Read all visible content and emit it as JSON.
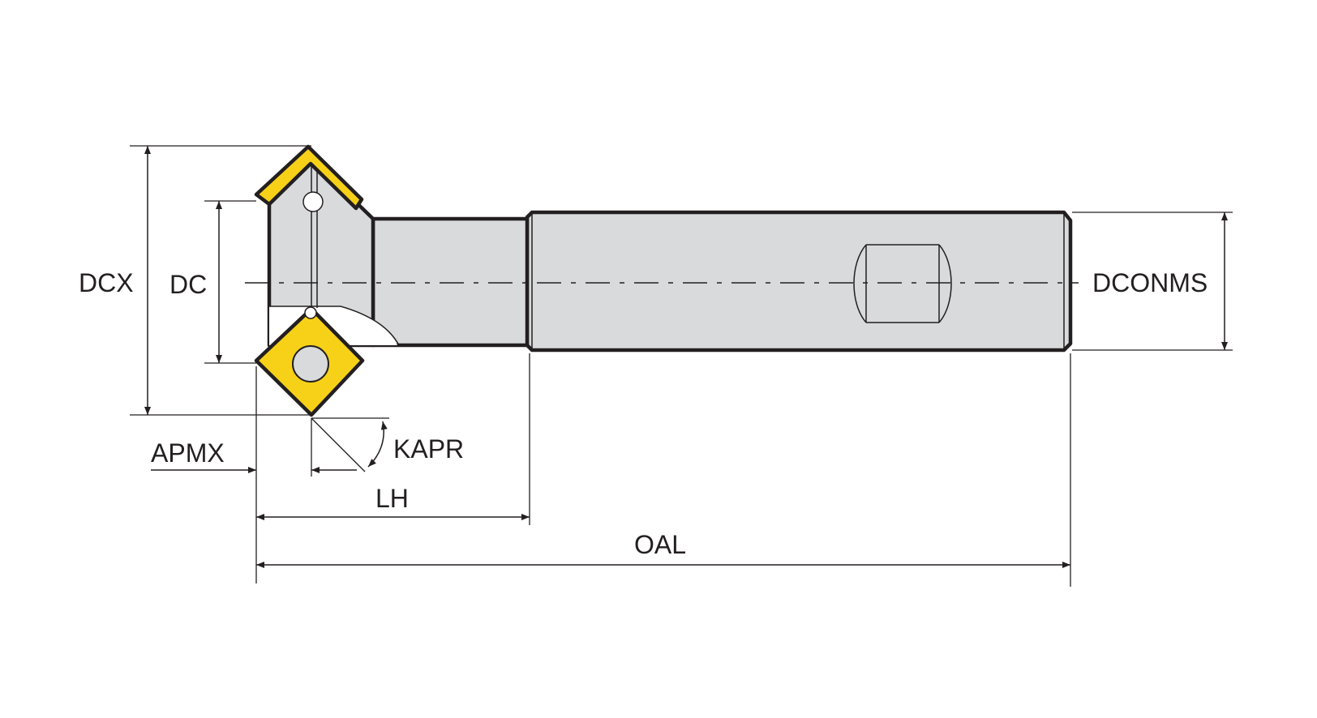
{
  "colors": {
    "body": "#d8dadb",
    "insert": "#f7d117",
    "outline": "#231f20",
    "background": "#ffffff"
  },
  "labels": {
    "dcx": "DCX",
    "dc": "DC",
    "dconms": "DCONMS",
    "apmx": "APMX",
    "kapr": "KAPR",
    "lh": "LH",
    "oal": "OAL"
  }
}
